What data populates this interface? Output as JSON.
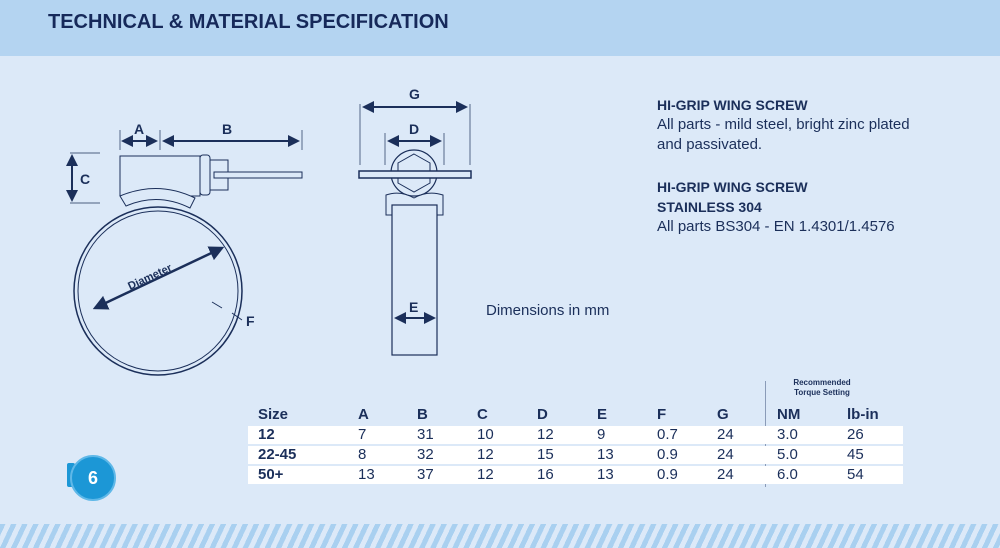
{
  "header": {
    "title": "TECHNICAL & MATERIAL SPECIFICATION"
  },
  "diagram": {
    "labels": {
      "a": "A",
      "b": "B",
      "c": "C",
      "d": "D",
      "e": "E",
      "f": "F",
      "g": "G",
      "diameter": "Diameter"
    }
  },
  "specs": [
    {
      "title": "HI-GRIP WING SCREW",
      "body": "All parts - mild steel, bright zinc plated and passivated."
    },
    {
      "title": "HI-GRIP WING SCREW STAINLESS 304",
      "body": "All parts BS304 - EN 1.4301/1.4576"
    }
  ],
  "dimensions_note": "Dimensions in mm",
  "table": {
    "torque_heading": "Recommended Torque Setting",
    "headers": [
      "Size",
      "A",
      "B",
      "C",
      "D",
      "E",
      "F",
      "G",
      "NM",
      "lb-in"
    ],
    "rows": [
      [
        "12",
        "7",
        "31",
        "10",
        "12",
        "9",
        "0.7",
        "24",
        "3.0",
        "26"
      ],
      [
        "22-45",
        "8",
        "32",
        "12",
        "15",
        "13",
        "0.9",
        "24",
        "5.0",
        "45"
      ],
      [
        "50+",
        "13",
        "37",
        "12",
        "16",
        "13",
        "0.9",
        "24",
        "6.0",
        "54"
      ]
    ]
  },
  "page_number": "6",
  "colors": {
    "navy": "#16295a",
    "header": "#b4d4f1",
    "background": "#dce9f8",
    "badge": "#1c97d6"
  }
}
